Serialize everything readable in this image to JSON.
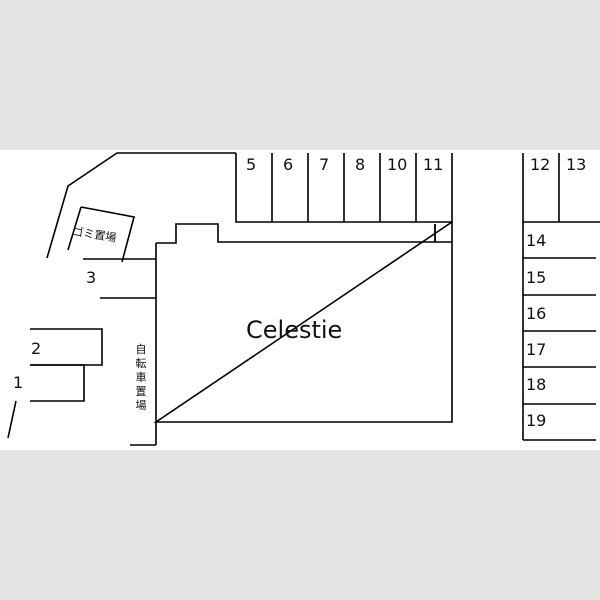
{
  "building": {
    "name": "Celestie"
  },
  "labels": {
    "trash_area": "ゴミ置場",
    "bicycle_parking": "自転車置場"
  },
  "parking_spaces": [
    "1",
    "2",
    "3",
    "5",
    "6",
    "7",
    "8",
    "10",
    "11",
    "12",
    "13",
    "14",
    "15",
    "16",
    "17",
    "18",
    "19"
  ],
  "colors": {
    "background": "#e3e3e3",
    "map": "#ffffff",
    "line": "#000000"
  }
}
